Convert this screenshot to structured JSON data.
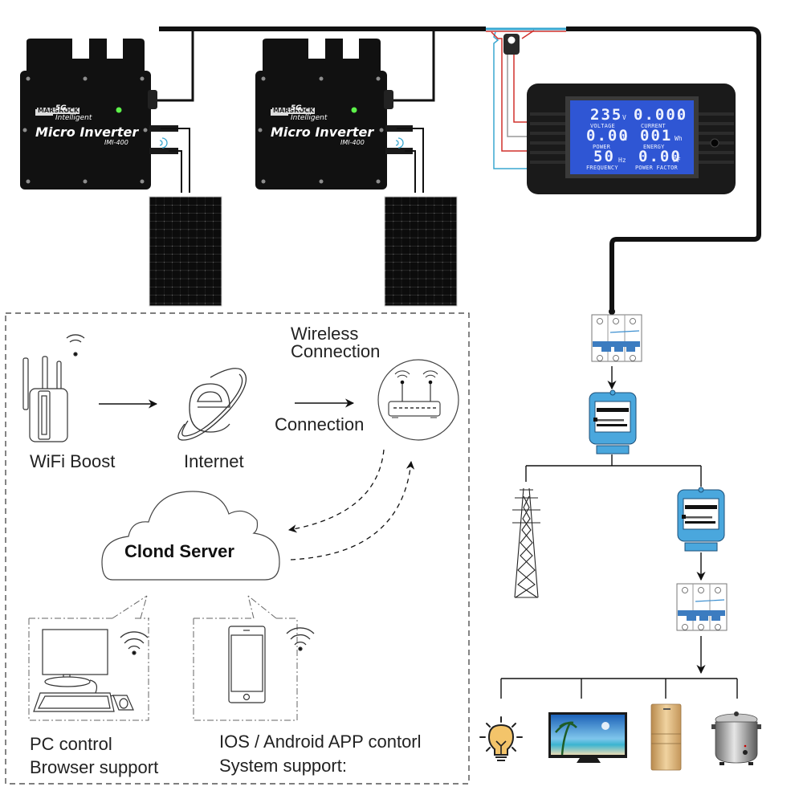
{
  "title": "Micro Inverter Solar Grid-Tie Monitoring Diagram",
  "colors": {
    "accent_blue": "#3c8fd0",
    "lcd_blue": "#2f56d4",
    "wire_red": "#d0302c",
    "wire_cyan": "#3aa7d0",
    "led_green": "#5df24a",
    "inverter_black": "#111111"
  },
  "inverters": [
    {
      "brand_badge": "MARSROCK",
      "tag": "5G",
      "subtitle": "Intelligent",
      "name": "Micro Inverter",
      "model": "IMI-400",
      "led_icon": "status-led-icon",
      "wifi_icon": "wifi-signal-icon"
    },
    {
      "brand_badge": "MARSROCK",
      "tag": "5G",
      "subtitle": "Intelligent",
      "name": "Micro Inverter",
      "model": "IMI-400",
      "led_icon": "status-led-icon",
      "wifi_icon": "wifi-signal-icon"
    }
  ],
  "solar_panels": [
    {
      "icon": "solar-panel-icon"
    },
    {
      "icon": "solar-panel-icon"
    }
  ],
  "power_meter": {
    "voltage": {
      "value": "235",
      "unit": "V",
      "label": "VOLTAGE"
    },
    "current": {
      "value": "0.000",
      "unit": "A",
      "label": "CURRENT"
    },
    "power": {
      "value": "0.00",
      "unit": "W",
      "label": "POWER"
    },
    "energy": {
      "value": "001",
      "unit": "Wh",
      "label": "ENERGY"
    },
    "frequency": {
      "value": "50",
      "unit": "Hz",
      "label": "FREQUENCY"
    },
    "power_factor": {
      "value": "0.00",
      "unit": "PF",
      "label": "POWER FACTOR"
    }
  },
  "network": {
    "wifi_boost": "WiFi Boost",
    "internet": "Internet",
    "wireless_connection_line1": "Wireless",
    "wireless_connection_line2": "Connection",
    "connection": "Connection",
    "cloud_server": "Clond Server",
    "pc_line1": "PC control",
    "pc_line2": "Browser support",
    "app_line1": "IOS / Android APP contorl",
    "app_line2": "System support:"
  },
  "grid": {
    "breaker_icon": "circuit-breaker-icon",
    "meter_icon": "electric-meter-icon",
    "tower_icon": "power-tower-icon",
    "appliances": [
      "light-bulb-icon",
      "television-icon",
      "refrigerator-icon",
      "rice-cooker-icon"
    ]
  }
}
